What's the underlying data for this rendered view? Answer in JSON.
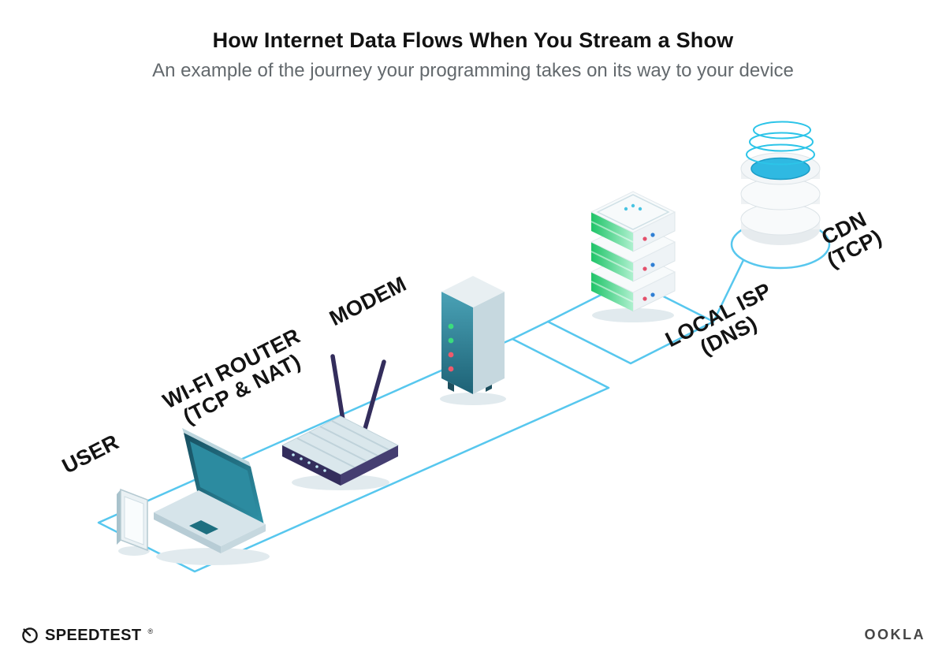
{
  "header": {
    "title": "How Internet Data Flows When You Stream a Show",
    "subtitle": "An example of the journey your programming takes on its way to your device"
  },
  "diagram": {
    "nodes": [
      {
        "id": "user",
        "label": "USER",
        "sublabel": ""
      },
      {
        "id": "wifi-router",
        "label": "WI-FI ROUTER",
        "sublabel": "(TCP & NAT)"
      },
      {
        "id": "modem",
        "label": "MODEM",
        "sublabel": ""
      },
      {
        "id": "local-isp",
        "label": "LOCAL ISP",
        "sublabel": "(DNS)"
      },
      {
        "id": "cdn",
        "label": "CDN",
        "sublabel": "(TCP)"
      }
    ],
    "sequence": [
      "user",
      "wifi-router",
      "modem",
      "local-isp",
      "cdn"
    ],
    "colors": {
      "path_line": "#57c7ee",
      "device_teal": "#1e6e80",
      "device_light": "#dde9ee",
      "router_navy": "#332d5c",
      "server_green": "#2ecc71",
      "led_red": "#ef5a6c",
      "led_blue": "#2f7fd4",
      "cdn_cyan": "#2fb9e2",
      "label_text": "#131313"
    }
  },
  "footer": {
    "speedtest_label": "SPEEDTEST",
    "speedtest_mark": "®",
    "ookla_label": "OOKLA"
  }
}
